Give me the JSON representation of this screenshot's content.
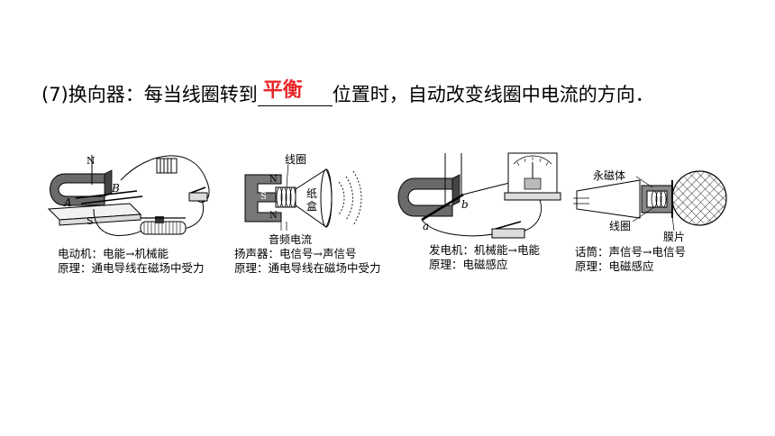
{
  "headline": {
    "prefix": "(7)换向器：每当线圈转到",
    "answer": "平衡",
    "suffix": "位置时，自动改变线圈中电流的方向．",
    "answer_color": "#e8262b"
  },
  "figures": [
    {
      "labels": {
        "n": "N",
        "s": "S",
        "a": "A",
        "b": "B"
      },
      "caption1": "电动机：电能→机械能",
      "caption2": "原理：通电导线在磁场中受力"
    },
    {
      "labels": {
        "coil": "线圈",
        "paper": "纸",
        "box": "盒",
        "n_top": "N",
        "n_bottom": "N",
        "s": "S",
        "current": "音频电流"
      },
      "caption1": "扬声器：电信号→声信号",
      "caption2": "原理：通电导线在磁场中受力"
    },
    {
      "labels": {
        "a": "a",
        "b": "b"
      },
      "caption1": "发电机：机械能→电能",
      "caption2": "原理：电磁感应"
    },
    {
      "labels": {
        "magnet": "永磁体",
        "coil": "线圈",
        "film": "膜片"
      },
      "caption1": "话筒：声信号→电信号",
      "caption2": "原理：电磁感应"
    }
  ]
}
